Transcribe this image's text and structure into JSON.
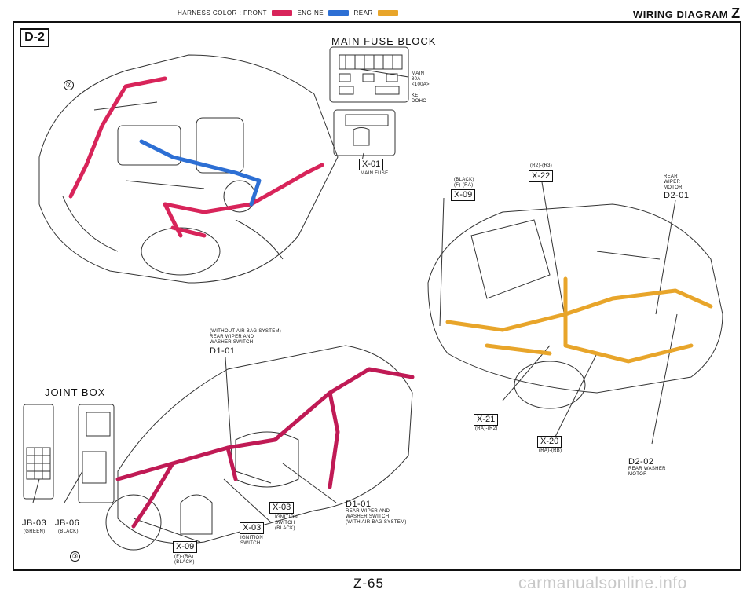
{
  "header": {
    "legend_prefix": "HARNESS COLOR : FRONT",
    "engine_label": "ENGINE",
    "rear_label": "REAR",
    "title": "WIRING DIAGRAM",
    "title_letter": "Z"
  },
  "colors": {
    "front": "#d8245a",
    "engine": "#2d6fd4",
    "rear": "#e8a52a"
  },
  "page_code": "D-2",
  "fuse_block": {
    "title": "MAIN FUSE BLOCK",
    "main_lines": [
      "MAIN",
      "80A",
      "<100A>",
      "↑",
      "KE",
      "DOHC"
    ],
    "x01": "X-01",
    "x01_label": "MAIN FUSE"
  },
  "callouts": {
    "c2": "②",
    "c3": "③"
  },
  "rear_labels": {
    "black_fra": [
      "(BLACK)",
      "(F)-(RA)"
    ],
    "x09": "X-09",
    "r2r3": "(R2)-(R3)",
    "x22": "X-22",
    "rear_wiper": [
      "REAR",
      "WIPER",
      "MOTOR"
    ],
    "d2_01": "D2-01",
    "x21": "X-21",
    "x21_sub": "(RA)-(R2)",
    "x20": "X-20",
    "x20_sub": "(RA)-(RB)",
    "d2_02": "D2-02",
    "d2_02_label": [
      "REAR WASHER",
      "MOTOR"
    ]
  },
  "dash_labels": {
    "without_airbag": [
      "(WITHOUT AIR BAG SYSTEM)",
      "REAR WIPER AND",
      "WASHER SWITCH"
    ],
    "d1_01_top": "D1-01",
    "d1_01": "D1-01",
    "with_airbag": [
      "REAR WIPER AND",
      "WASHER SWITCH",
      "(WITH AIR BAG SYSTEM)"
    ],
    "x03_a": "X-03",
    "x03_a_label": [
      "IGNITION",
      "SWITCH",
      "(BLACK)"
    ],
    "x03_b": "X-03",
    "x03_b_label": [
      "IGNITION",
      "SWITCH"
    ],
    "x09": "X-09",
    "x09_label": [
      "(F)-(RA)",
      "(BLACK)"
    ]
  },
  "joint_box": {
    "title": "JOINT BOX",
    "jb03": "JB-03",
    "jb03_color": "(GREEN)",
    "jb06": "JB-06",
    "jb06_color": "(BLACK)"
  },
  "footer": {
    "page": "Z-65",
    "watermark": "carmanualsonline.info"
  }
}
